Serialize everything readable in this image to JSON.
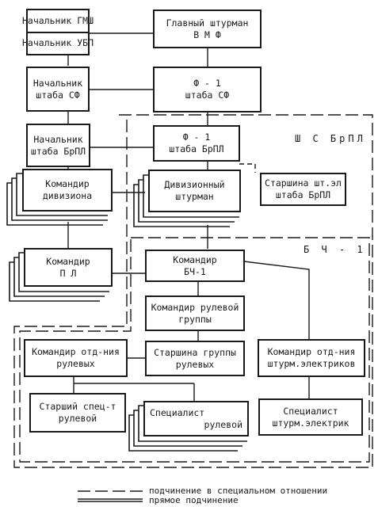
{
  "diagram": {
    "nodes": {
      "nach_gmsh": "Начальник ГМШ",
      "nach_ubp": "Начальник УБП",
      "glav_shturman": [
        "Главный штурман",
        "В М Ф"
      ],
      "nach_shtaba_sf": [
        "Начальник",
        "штаба СФ"
      ],
      "f1_sf": [
        "Ф - 1",
        "штаба СФ"
      ],
      "nach_shtaba_brpl": [
        "Начальник",
        "штаба БрПЛ"
      ],
      "f1_brpl": [
        "Ф - 1",
        "штаба БрПЛ"
      ],
      "kom_divizion": [
        "Командир",
        "дивизиона"
      ],
      "div_shturman": [
        "Дивизионный",
        "штурман"
      ],
      "starshina_shtel": [
        "Старшина шт.эл",
        "штаба БрПЛ"
      ],
      "kom_pl": [
        "Командир",
        "П Л"
      ],
      "kom_bch1": [
        "Командир",
        "БЧ-1"
      ],
      "kom_rul_gruppy": [
        "Командир рулевой",
        "группы"
      ],
      "kom_otd_rul": [
        "Командир отд-ния",
        "рулевых"
      ],
      "starshina_gr_rul": [
        "Старшина группы",
        "рулевых"
      ],
      "kom_otd_shturm": [
        "Командир отд-ния",
        "штурм.электриков"
      ],
      "star_spec_rul": [
        "Старший спец-т",
        "рулевой"
      ],
      "spec_rul": [
        "Специалист",
        "рулевой"
      ],
      "spec_shturm": [
        "Специалист",
        "штурм.электрик"
      ]
    },
    "regions": {
      "sc_brpl": "Ш С БрПЛ",
      "bch1": "Б Ч - 1"
    },
    "legend": {
      "dashed": "подчинение в специальном отношении",
      "solid": "прямое подчинение"
    }
  }
}
